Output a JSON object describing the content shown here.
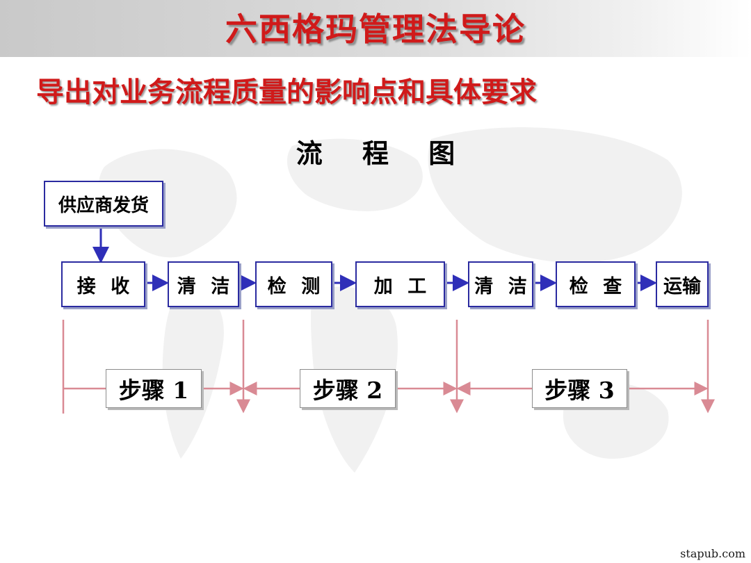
{
  "header": {
    "title": "六西格玛管理法导论",
    "subtitle": "导出对业务流程质量的影响点和具体要求"
  },
  "diagram": {
    "title": "流 程 图",
    "supplier": "供应商发货",
    "processes": [
      "接 收",
      "清 洁",
      "检 测",
      "加 工",
      "清 洁",
      "检 查",
      "运输"
    ],
    "steps": [
      "步骤 1",
      "步骤 2",
      "步骤 3"
    ]
  },
  "footer": {
    "url": "stapub.com"
  },
  "colors": {
    "title_red": "#d01a1a",
    "box_border": "#2a2aa0",
    "arrow_blue": "#2f2fb8",
    "bracket_pink": "#d98a94"
  }
}
